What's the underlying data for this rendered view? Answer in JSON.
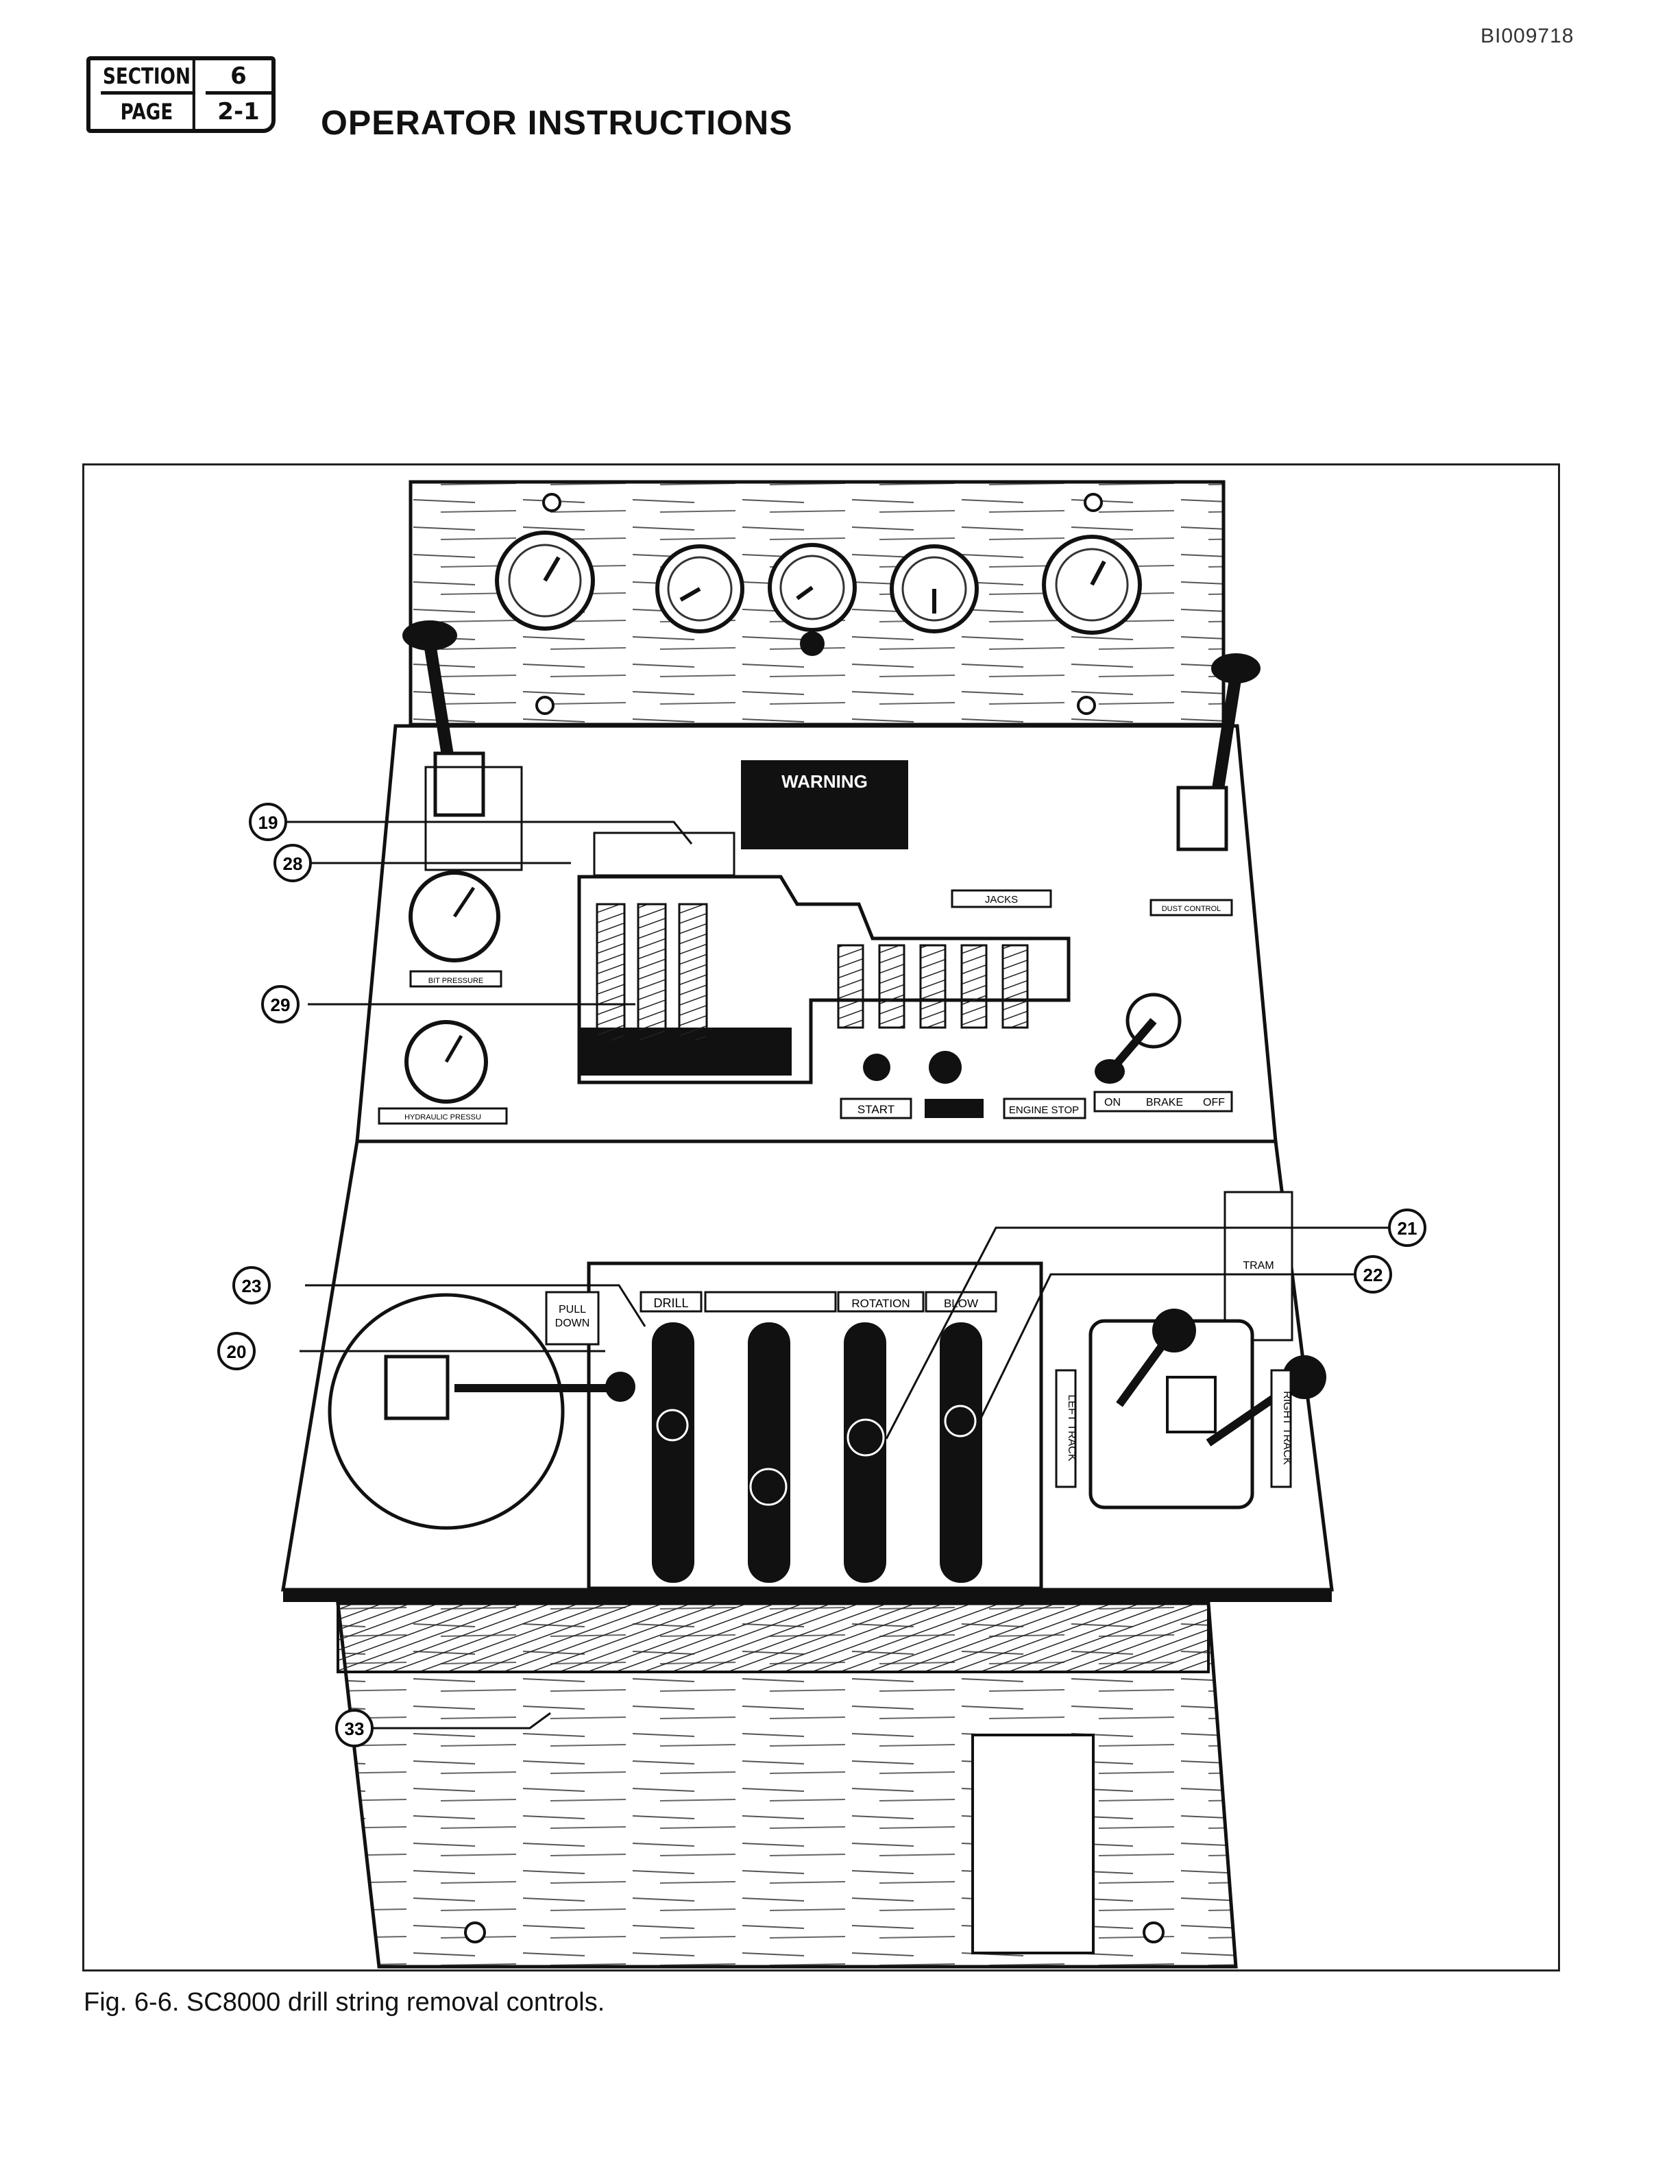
{
  "header": {
    "doc_id": "BI009718",
    "section_label": "SECTION",
    "section_value": "6",
    "page_label": "PAGE",
    "page_value": "2-1",
    "title": "OPERATOR INSTRUCTIONS"
  },
  "figure": {
    "panel_labels": {
      "warning": "WARNING",
      "jacks": "JACKS",
      "dust_control": "DUST CONTROL",
      "start": "START",
      "engine_stop": "ENGINE STOP",
      "brake_on": "ON",
      "brake": "BRAKE",
      "brake_off": "OFF",
      "bit_pressure": "BIT PRESSURE",
      "hydraulic_pressure": "HYDRAULIC PRESSU",
      "pull_down_1": "PULL",
      "pull_down_2": "DOWN",
      "drill": "DRILL",
      "rotation": "ROTATION",
      "blow": "BLOW",
      "tram": "TRAM",
      "left_track": "LEFT TRACK",
      "right_track": "RIGHT TRACK"
    },
    "callouts": [
      "19",
      "28",
      "29",
      "23",
      "20",
      "21",
      "22",
      "33"
    ],
    "caption": "Fig. 6-6.  SC8000 drill string removal controls."
  }
}
